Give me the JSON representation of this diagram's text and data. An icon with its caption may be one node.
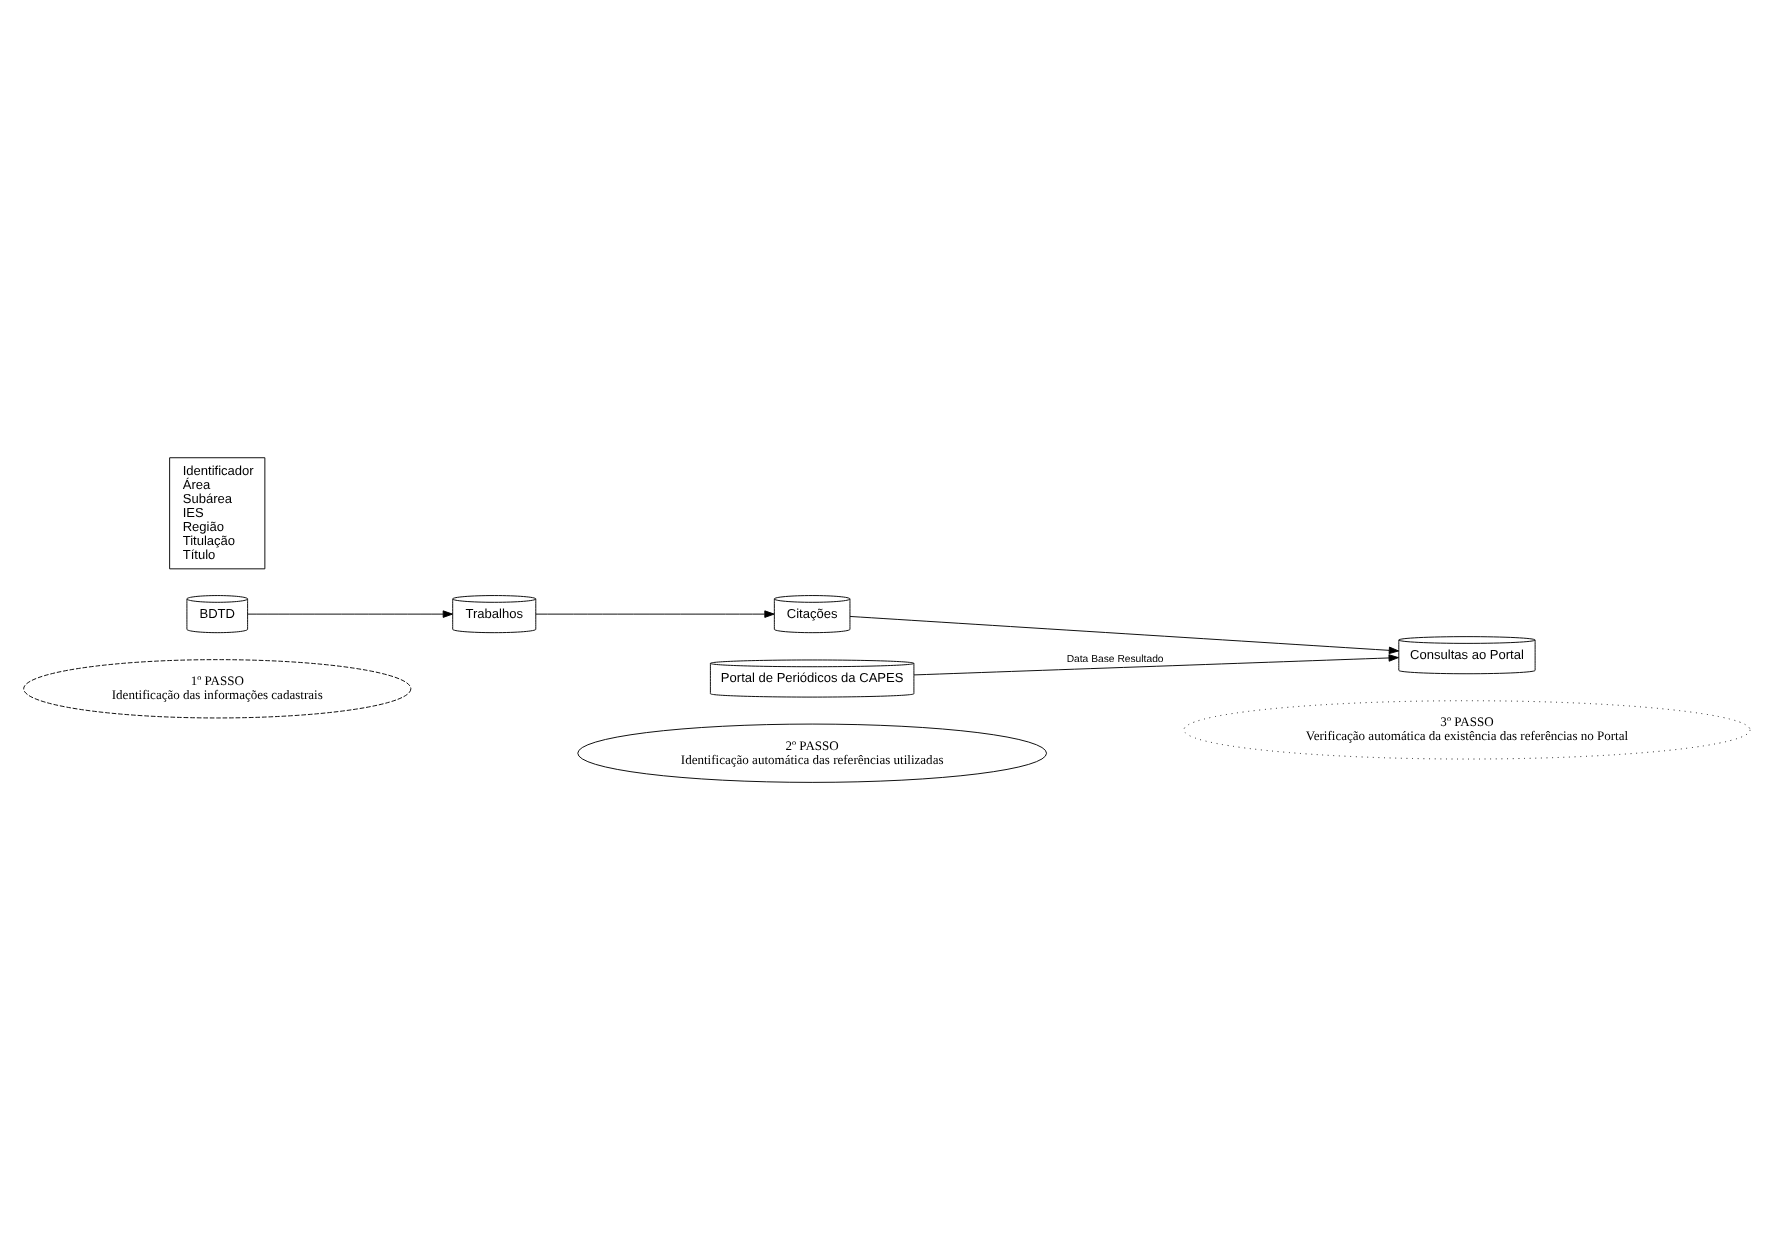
{
  "diagram": {
    "nodes": [
      {
        "text": [
          "1º PASSO",
          "Identificação das informações cadastrais"
        ]
      },
      {
        "text": [
          "2º PASSO",
          "Identificação automática das referências utilizadas"
        ]
      },
      {
        "text": [
          "3º PASSO",
          "Verificação automática da existência das referências no Portal"
        ]
      },
      {
        "text": [
          "BDTD"
        ]
      },
      {
        "text": [
          "Identificador Área Subárea IES Região Titulação Título"
        ]
      },
      {
        "text": [
          "Trabalhos"
        ]
      },
      {
        "text": [
          "Citações"
        ]
      },
      {
        "text": [
          "Portal de Periódicos da CAPES"
        ]
      },
      {
        "text": [
          "Consultas ao Portal"
        ]
      }
    ],
    "edges": [
      {
        "from": 3,
        "to": 5,
        "arrow": "to"
      },
      {
        "from": 5,
        "to": 6,
        "arrow": "to"
      },
      {
        "from": 6,
        "to": 8,
        "arrow": "to"
      },
      {
        "from": 7,
        "to": 8,
        "arrow": "to",
        "label": "Data Base Resultado"
      }
    ]
  }
}
